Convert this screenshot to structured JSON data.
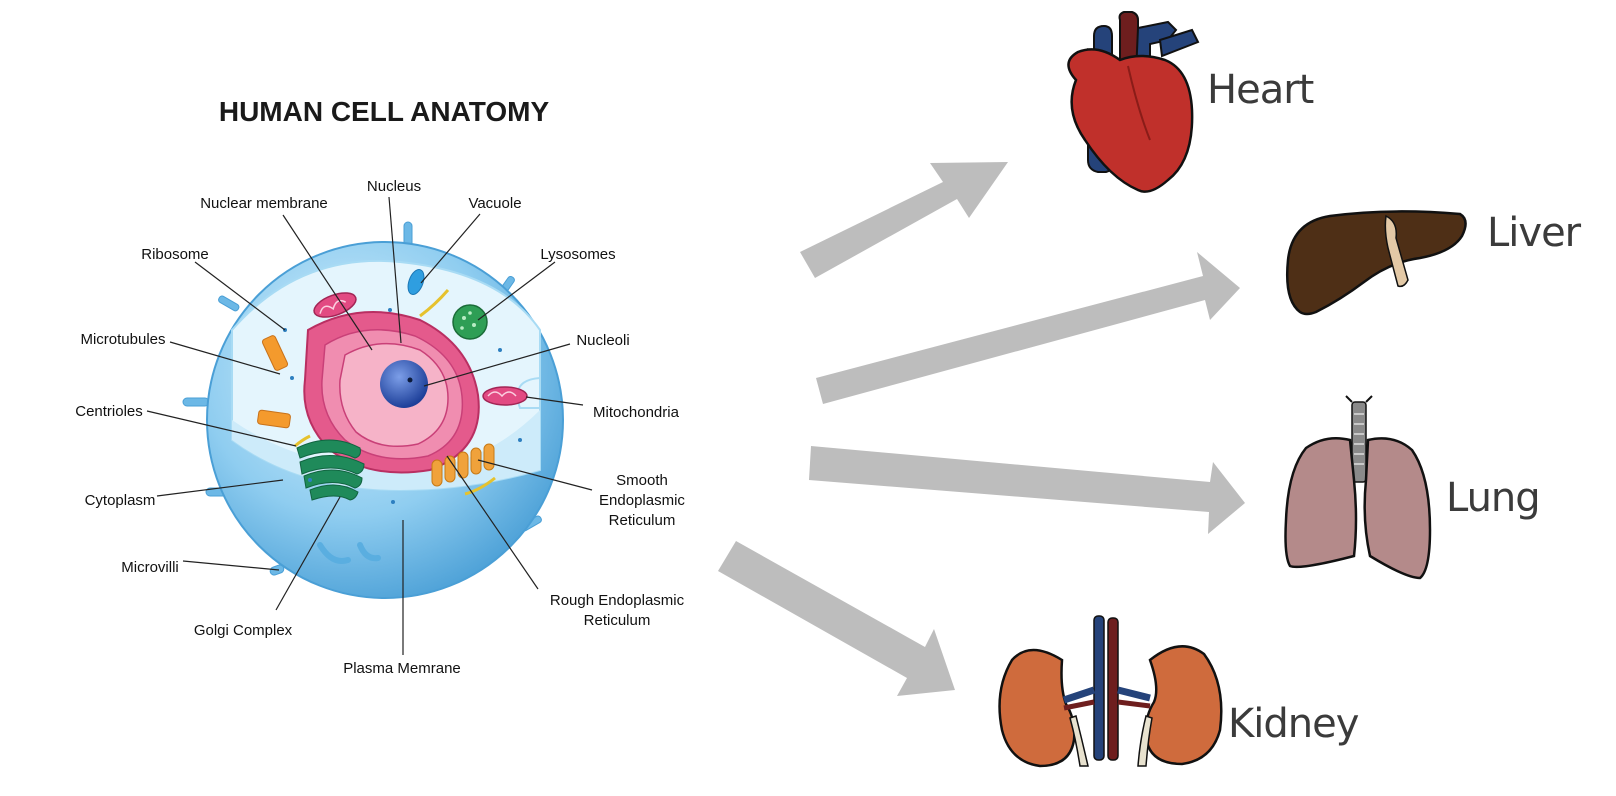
{
  "cell_title": "HUMAN CELL ANATOMY",
  "cell_labels": {
    "nucleus": "Nucleus",
    "nuclear_membrane": "Nuclear membrane",
    "vacuole": "Vacuole",
    "ribosome": "Ribosome",
    "lysosomes": "Lysosomes",
    "microtubules": "Microtubules",
    "nucleoli": "Nucleoli",
    "centrioles": "Centrioles",
    "mitochondria": "Mitochondria",
    "smooth_er_1": "Smooth",
    "smooth_er_2": "Endoplasmic",
    "smooth_er_3": "Reticulum",
    "cytoplasm": "Cytoplasm",
    "microvilli": "Microvilli",
    "rough_er_1": "Rough Endoplasmic",
    "rough_er_2": "Reticulum",
    "golgi": "Golgi Complex",
    "plasma": "Plasma Memrane"
  },
  "organs": {
    "heart": "Heart",
    "liver": "Liver",
    "lung": "Lung",
    "kidney": "Kidney"
  },
  "colors": {
    "arrow": "#bdbdbd",
    "cell_blue": "#7cc3ec",
    "nucleus_pink": "#e8558c",
    "heart_red": "#c0302b",
    "liver_brown": "#4e2f16",
    "lung_pink": "#b48a8a",
    "kidney_orange": "#cf6b3d"
  }
}
